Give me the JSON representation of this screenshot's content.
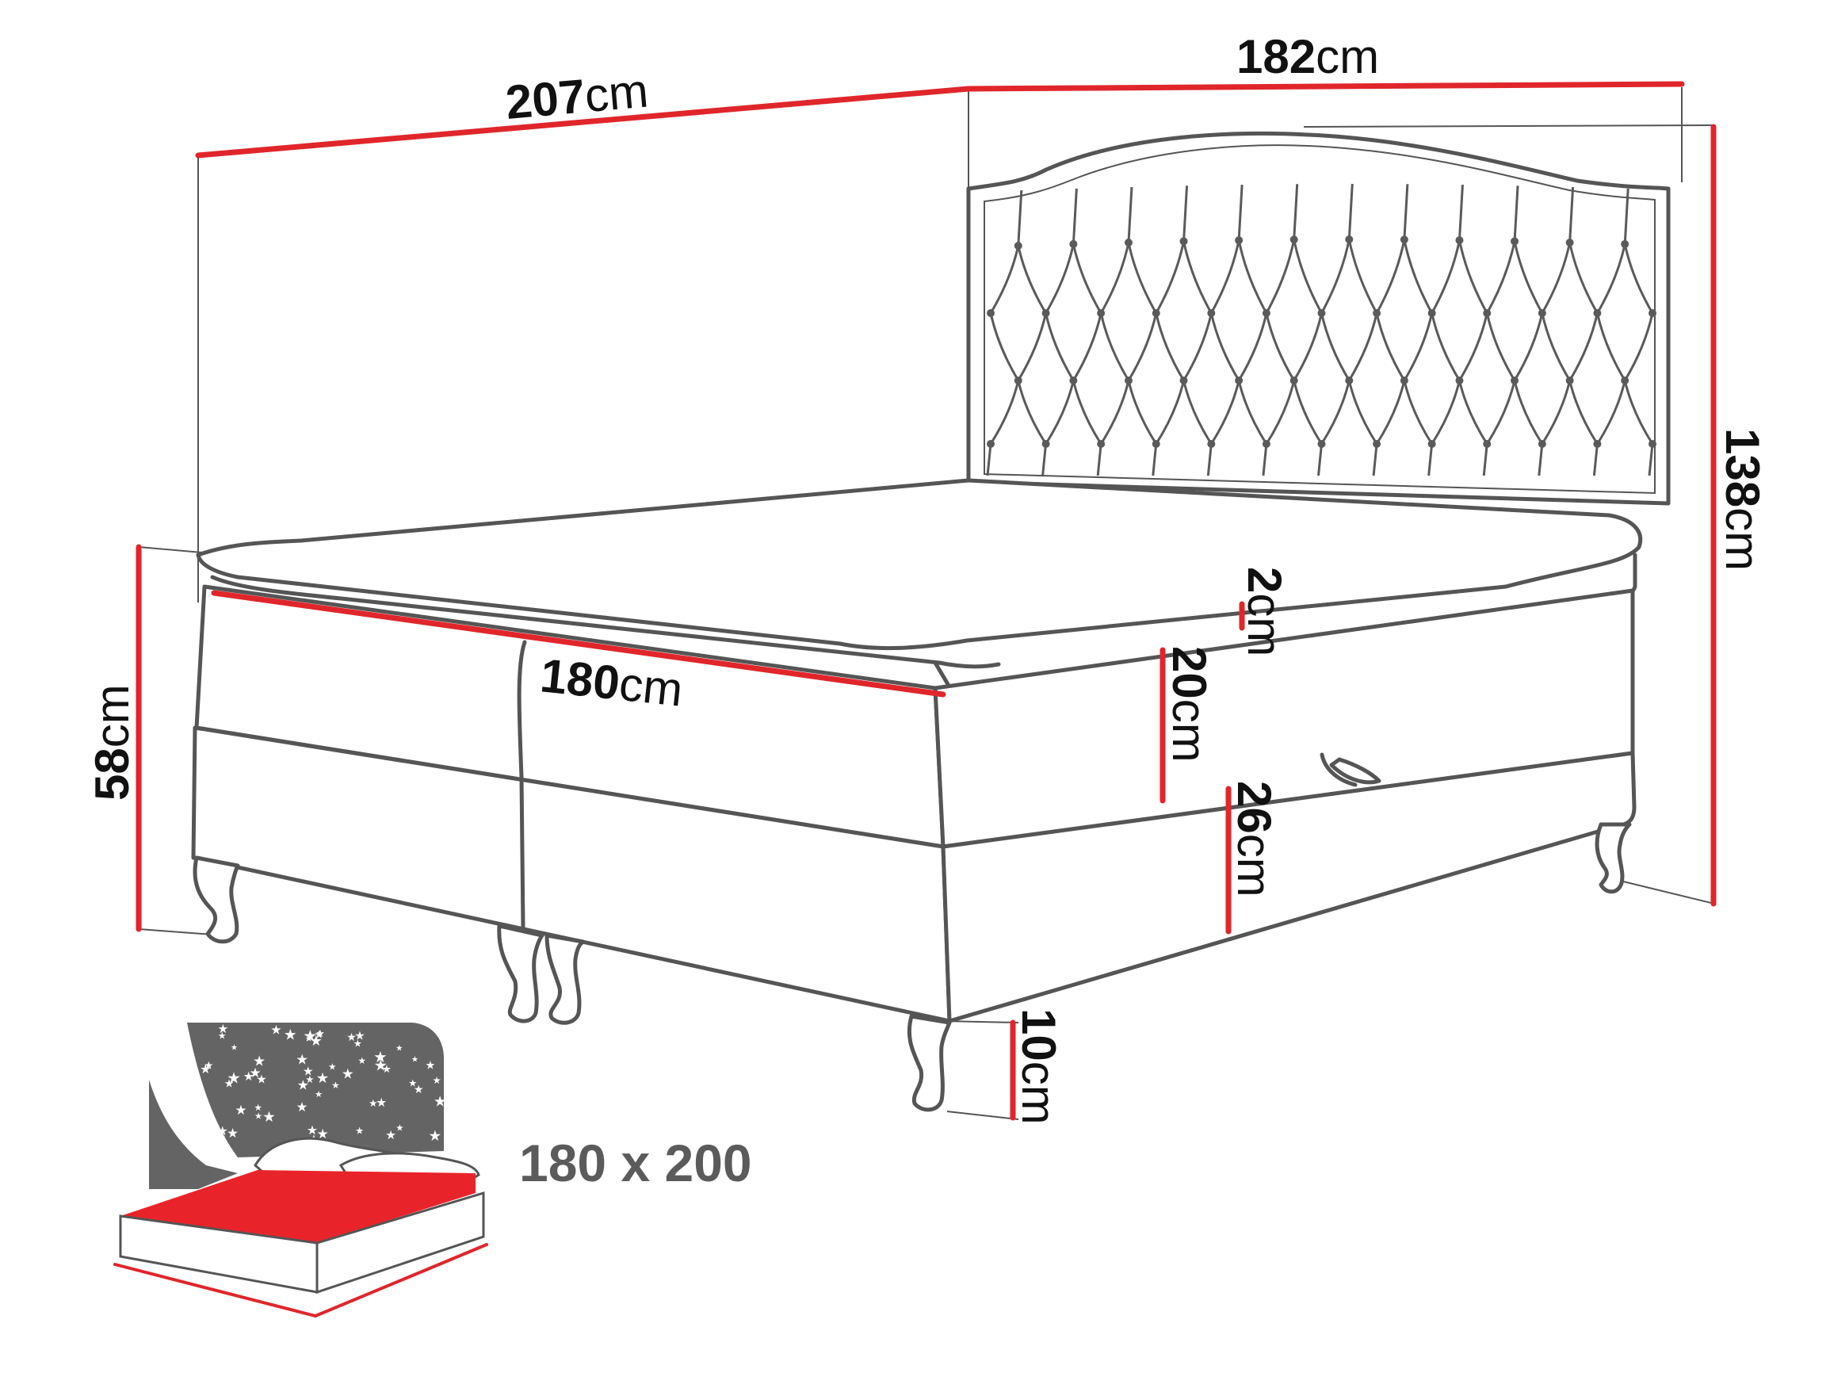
{
  "dimensions": {
    "length": {
      "value": "207",
      "unit": "cm"
    },
    "width": {
      "value": "182",
      "unit": "cm"
    },
    "height_total": {
      "value": "138",
      "unit": "cm"
    },
    "height_bed": {
      "value": "58",
      "unit": "cm"
    },
    "mattress_width": {
      "value": "180",
      "unit": "cm"
    },
    "topper": {
      "value": "2",
      "unit": "cm"
    },
    "mattress": {
      "value": "20",
      "unit": "cm"
    },
    "box": {
      "value": "26",
      "unit": "cm"
    },
    "legs": {
      "value": "10",
      "unit": "cm"
    }
  },
  "mattress_size": "180 x 200",
  "colors": {
    "dimension_line": "#e0262b",
    "outline": "#555555",
    "icon_dark": "#646464",
    "icon_red": "#e8242a"
  }
}
